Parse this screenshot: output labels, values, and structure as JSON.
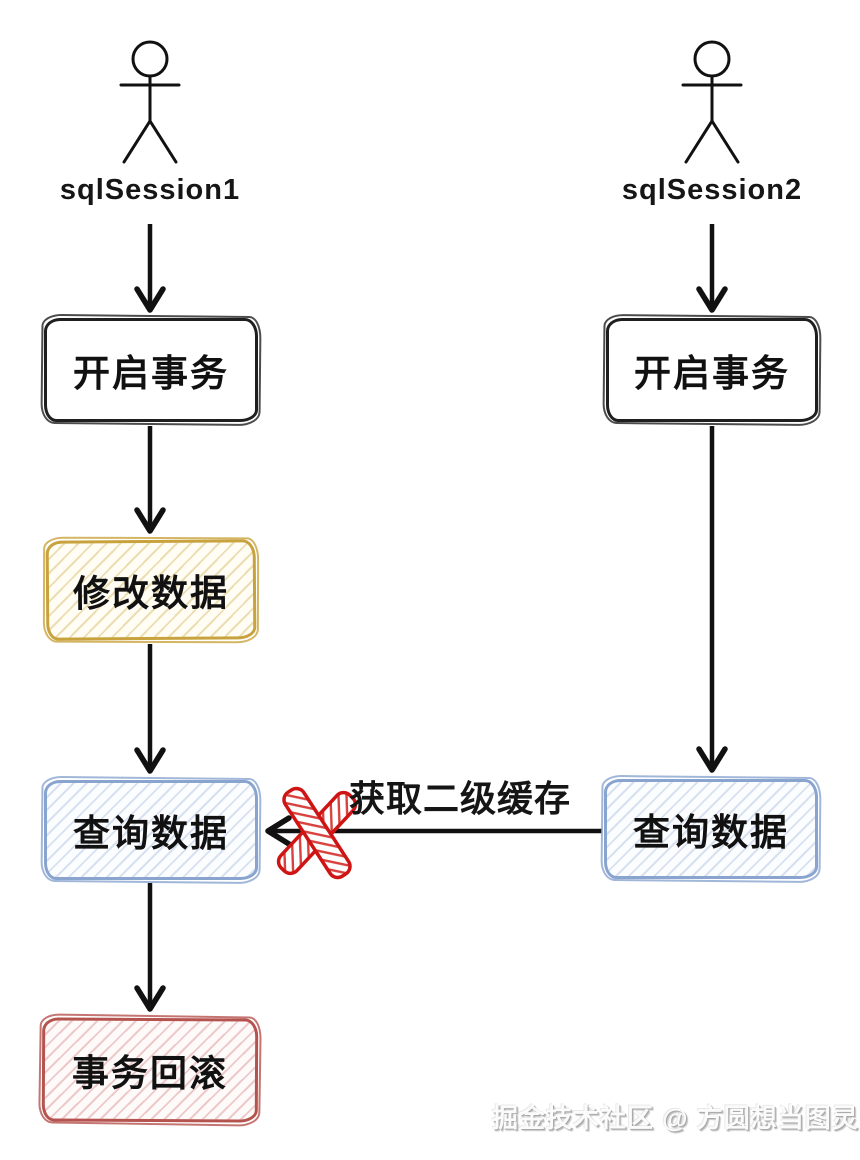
{
  "diagram": {
    "title_context": "MyBatis second-level cache flow",
    "actors": [
      {
        "label": "sqlSession1"
      },
      {
        "label": "sqlSession2"
      }
    ],
    "nodes": {
      "left_open": {
        "label": "开启事务",
        "style": "black"
      },
      "left_modify": {
        "label": "修改数据",
        "style": "yellow"
      },
      "left_query": {
        "label": "查询数据",
        "style": "blue"
      },
      "left_rollback": {
        "label": "事务回滚",
        "style": "red"
      },
      "right_open": {
        "label": "开启事务",
        "style": "black"
      },
      "right_query": {
        "label": "查询数据",
        "style": "blue"
      }
    },
    "cache_edge": {
      "label": "获取二级缓存",
      "blocked": true
    },
    "watermark": "掘金技术社区 @ 方圆想当图灵"
  },
  "colors": {
    "line": "#111111",
    "black_node_border": "#1f1f1f",
    "yellow_node_border": "#c8a23c",
    "blue_node_border": "#89a5cf",
    "red_node_border": "#b5534f",
    "blocked_x_red": "#cf1414",
    "watermark_gray": "#bdbdbd",
    "background": "#ffffff"
  }
}
